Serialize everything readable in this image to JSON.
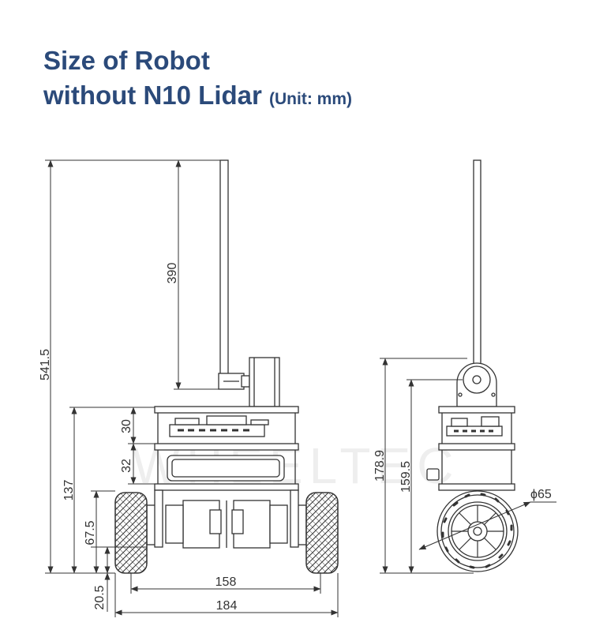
{
  "title": {
    "line1": "Size of Robot",
    "line2": "without N10 Lidar",
    "unit": "(Unit: mm)"
  },
  "watermark": "WHEELTEC",
  "dimensions": {
    "total_height": "541.5",
    "antenna": "390",
    "upper_deck": "30",
    "lower_deck": "32",
    "body_height": "137",
    "axle_height": "67.5",
    "ground_clearance": "20.5",
    "wheel_track": "158",
    "overall_width": "184",
    "side_height_total": "178.9",
    "side_height_body": "159.5",
    "wheel_diameter": "ϕ65"
  },
  "colors": {
    "title": "#2b4a7a",
    "line": "#333333"
  }
}
